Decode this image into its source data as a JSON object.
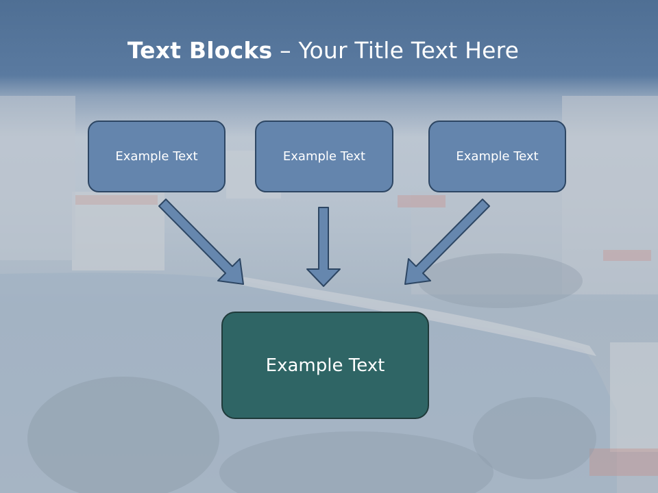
{
  "slide": {
    "title_bold": "Text Blocks",
    "title_rest": " – Your Title Text Here"
  },
  "blocks": [
    {
      "label": "Example Text"
    },
    {
      "label": "Example Text"
    },
    {
      "label": "Example Text"
    }
  ],
  "target": {
    "label": "Example Text"
  },
  "colors": {
    "header": "#4f6f94",
    "block_fill": "#6485ad",
    "block_border": "#2d4663",
    "target_fill": "#2f6565",
    "arrow_fill": "#6687ae"
  }
}
